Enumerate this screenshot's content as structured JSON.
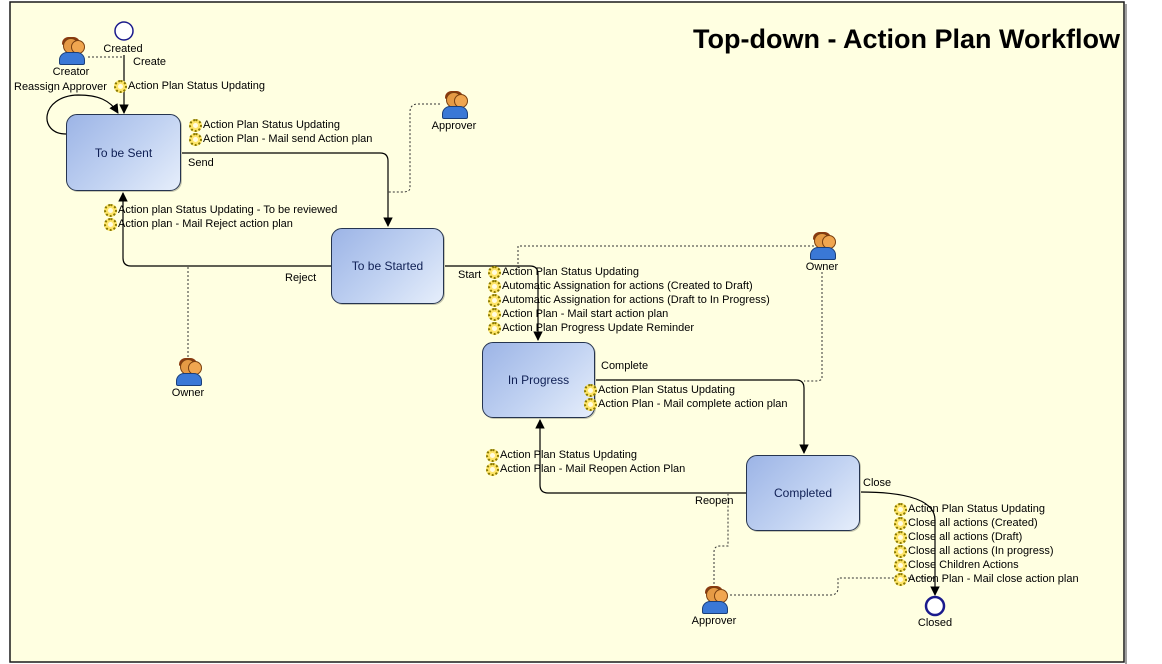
{
  "diagram": {
    "title": "Top-down - Action Plan Workflow",
    "states": {
      "to_be_sent": "To be Sent",
      "to_be_started": "To be Started",
      "in_progress": "In Progress",
      "completed": "Completed"
    },
    "terminals": {
      "start": "Created",
      "end": "Closed"
    },
    "actors": {
      "creator": "Creator",
      "approver_top": "Approver",
      "owner_right": "Owner",
      "owner_left": "Owner",
      "approver_bottom": "Approver"
    },
    "transitions": {
      "create": "Create",
      "reassign_approver": "Reassign Approver",
      "send": "Send",
      "reject": "Reject",
      "start": "Start",
      "complete": "Complete",
      "reopen": "Reopen",
      "close": "Close"
    },
    "action_groups": {
      "create": [
        "Action Plan Status Updating"
      ],
      "send": [
        "Action Plan Status Updating",
        "Action Plan - Mail send Action plan"
      ],
      "reject": [
        "Action plan Status Updating - To be reviewed",
        "Action plan - Mail Reject action plan"
      ],
      "start": [
        "Action Plan Status Updating",
        "Automatic Assignation for actions (Created to Draft)",
        "Automatic Assignation for actions (Draft to In Progress)",
        "Action Plan - Mail start action plan",
        "Action Plan Progress Update Reminder"
      ],
      "complete": [
        "Action Plan Status Updating",
        "Action Plan - Mail complete action plan"
      ],
      "reopen": [
        "Action Plan Status Updating",
        "Action Plan - Mail Reopen Action Plan"
      ],
      "close": [
        "Action Plan Status Updating",
        "Close all actions (Created)",
        "Close all actions (Draft)",
        "Close all actions (In progress)",
        "Close Children Actions",
        "Action Plan - Mail close action plan"
      ]
    },
    "colors": {
      "canvas": "#ffffe1",
      "state_fill": "#b4c8ee",
      "state_border": "#25344f",
      "terminal": "#1a1a8c"
    }
  }
}
